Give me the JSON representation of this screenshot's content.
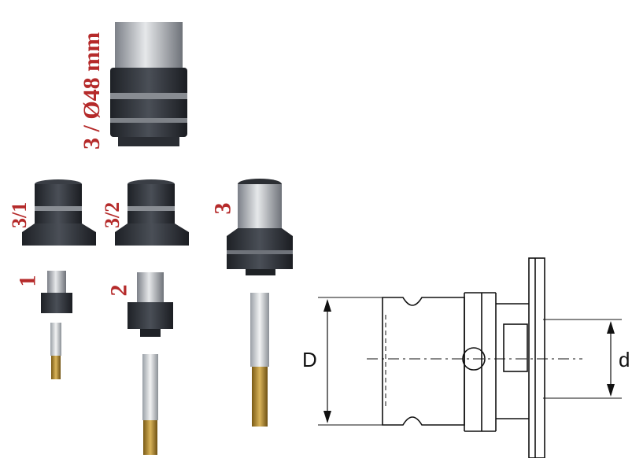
{
  "labels": {
    "size_3_main": "3 / Ø48 mm",
    "size_3_1": "3/1",
    "size_3_2": "3/2",
    "size_3": "3",
    "size_1": "1",
    "size_2": "2"
  },
  "drawing": {
    "dim_D": "D",
    "dim_d": "d"
  },
  "colors": {
    "label_red": "#b52a2a",
    "metal_dark": "#2a2d33",
    "metal_light": "#c9ccd0",
    "tap_gold": "#b08a2e"
  }
}
